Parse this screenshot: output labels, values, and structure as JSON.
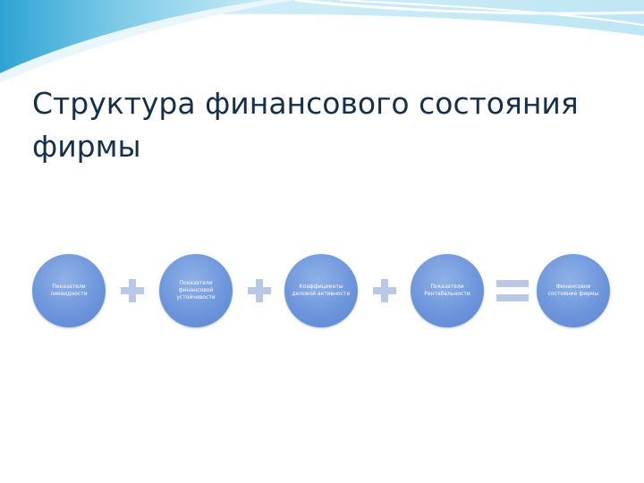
{
  "slide": {
    "title": "Структура финансового состояния фирмы"
  },
  "diagram": {
    "nodes": [
      {
        "label": "Показатели ликвидности"
      },
      {
        "label": "Показатели финансовой устойчивости"
      },
      {
        "label": "Коэффициенты деловой активности"
      },
      {
        "label": "Показатели Рентабельности"
      },
      {
        "label": "Финансовое состояние фирмы"
      }
    ],
    "operators": [
      "plus",
      "plus",
      "plus",
      "equals"
    ]
  },
  "colors": {
    "title": "#15304a",
    "node_fill": "#6e96dc",
    "operator": "#b8c8e6",
    "banner_light": "#cdebf6",
    "banner_dark": "#2ea3d3"
  }
}
